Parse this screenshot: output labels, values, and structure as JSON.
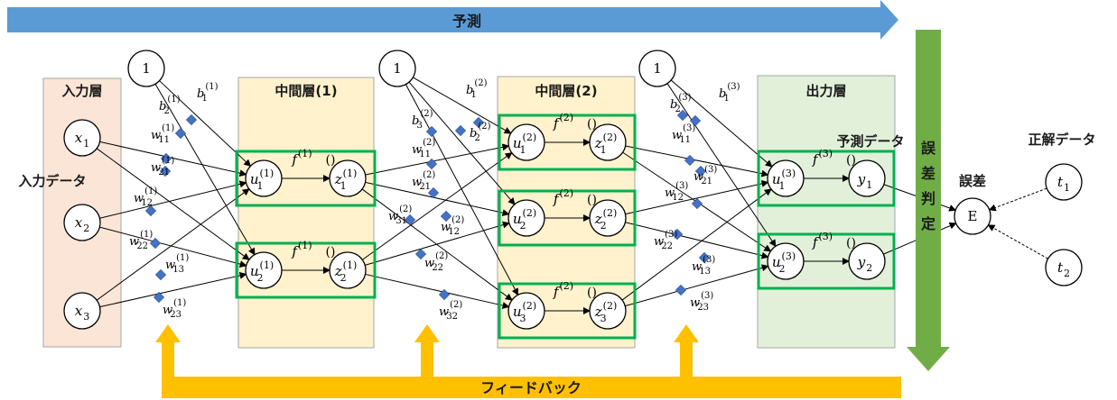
{
  "colors": {
    "predict_arrow": "#5b9bd5",
    "feedback_arrow": "#ffc000",
    "error_arrow": "#70ad47",
    "input_layer_bg": "#fbe5d6",
    "hidden_layer_bg": "#fff2cc",
    "output_layer_bg": "#e2f0d9",
    "highlight_border": "#00b050",
    "weight_marker": "#4472c4"
  },
  "arrows": {
    "predict_label": "予測",
    "feedback_label": "フィードバック",
    "error_label_chars": [
      "誤",
      "差",
      "判",
      "定"
    ]
  },
  "layers": {
    "input": "入力層",
    "hidden1": "中間層(1)",
    "hidden2": "中間層(2)",
    "output": "出力層"
  },
  "labels": {
    "input_data": "入力データ",
    "predict_data": "予測データ",
    "answer_data": "正解データ",
    "error": "誤差"
  },
  "bias_text": "1",
  "error_node": "E",
  "answer_nodes": [
    {
      "v": "t",
      "sub": "1"
    },
    {
      "v": "t",
      "sub": "2"
    }
  ],
  "input_nodes": [
    {
      "v": "x",
      "sub": "1"
    },
    {
      "v": "x",
      "sub": "2"
    },
    {
      "v": "x",
      "sub": "3"
    }
  ],
  "units": {
    "h1": [
      {
        "u": "u",
        "usup": "(1)",
        "usub": "1",
        "f": "f",
        "fsup": "(1)",
        "z": "z",
        "zsup": "(1)",
        "zsub": "1"
      },
      {
        "u": "u",
        "usup": "(1)",
        "usub": "2",
        "f": "f",
        "fsup": "(1)",
        "z": "z",
        "zsup": "(1)",
        "zsub": "2"
      }
    ],
    "h2": [
      {
        "u": "u",
        "usup": "(2)",
        "usub": "1",
        "f": "f",
        "fsup": "(2)",
        "z": "z",
        "zsup": "(2)",
        "zsub": "1"
      },
      {
        "u": "u",
        "usup": "(2)",
        "usub": "2",
        "f": "f",
        "fsup": "(2)",
        "z": "z",
        "zsup": "(2)",
        "zsub": "2"
      },
      {
        "u": "u",
        "usup": "(2)",
        "usub": "3",
        "f": "f",
        "fsup": "(2)",
        "z": "z",
        "zsup": "(2)",
        "zsub": "3"
      }
    ],
    "out": [
      {
        "u": "u",
        "usup": "(3)",
        "usub": "1",
        "f": "f",
        "fsup": "(3)",
        "z": "y",
        "zsup": "",
        "zsub": "1"
      },
      {
        "u": "u",
        "usup": "(3)",
        "usub": "2",
        "f": "f",
        "fsup": "(3)",
        "z": "y",
        "zsup": "",
        "zsub": "2"
      }
    ]
  },
  "weights": {
    "layer1": [
      {
        "v": "b",
        "sup": "(1)",
        "sub": "1"
      },
      {
        "v": "b",
        "sup": "(1)",
        "sub": "2"
      },
      {
        "v": "w",
        "sup": "(1)",
        "sub": "11"
      },
      {
        "v": "w",
        "sup": "(1)",
        "sub": "21"
      },
      {
        "v": "w",
        "sup": "(1)",
        "sub": "12"
      },
      {
        "v": "w",
        "sup": "(1)",
        "sub": "22"
      },
      {
        "v": "w",
        "sup": "(1)",
        "sub": "13"
      },
      {
        "v": "w",
        "sup": "(1)",
        "sub": "23"
      }
    ],
    "layer2": [
      {
        "v": "b",
        "sup": "(2)",
        "sub": "1"
      },
      {
        "v": "b",
        "sup": "(2)",
        "sub": "2"
      },
      {
        "v": "b",
        "sup": "(2)",
        "sub": "3"
      },
      {
        "v": "w",
        "sup": "(2)",
        "sub": "11"
      },
      {
        "v": "w",
        "sup": "(2)",
        "sub": "21"
      },
      {
        "v": "w",
        "sup": "(2)",
        "sub": "31"
      },
      {
        "v": "w",
        "sup": "(2)",
        "sub": "12"
      },
      {
        "v": "w",
        "sup": "(2)",
        "sub": "22"
      },
      {
        "v": "w",
        "sup": "(2)",
        "sub": "32"
      }
    ],
    "layer3": [
      {
        "v": "b",
        "sup": "(3)",
        "sub": "1"
      },
      {
        "v": "b",
        "sup": "(3)",
        "sub": "2"
      },
      {
        "v": "w",
        "sup": "(3)",
        "sub": "11"
      },
      {
        "v": "w",
        "sup": "(3)",
        "sub": "21"
      },
      {
        "v": "w",
        "sup": "(3)",
        "sub": "12"
      },
      {
        "v": "w",
        "sup": "(3)",
        "sub": "22"
      },
      {
        "v": "w",
        "sup": "(3)",
        "sub": "13"
      },
      {
        "v": "w",
        "sup": "(3)",
        "sub": "23"
      }
    ]
  }
}
